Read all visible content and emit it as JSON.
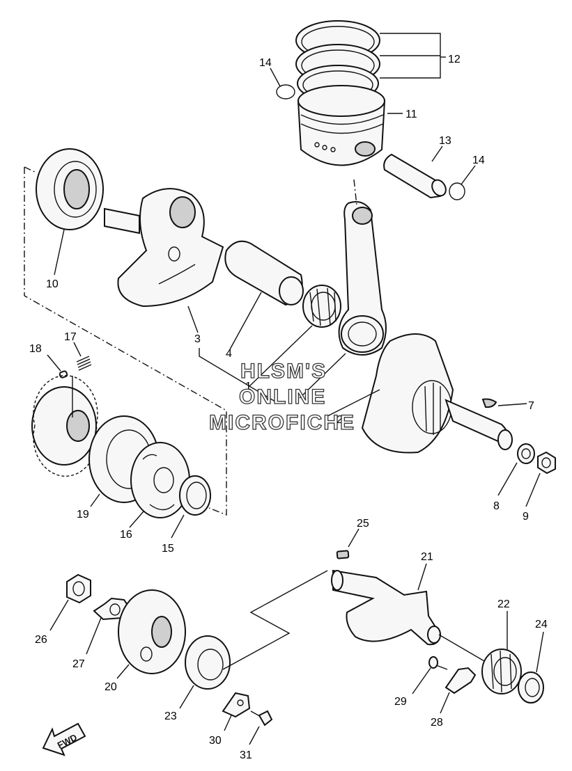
{
  "diagram": {
    "callouts": {
      "c1": "1",
      "c2": "2",
      "c3": "3",
      "c4": "4",
      "c7": "7",
      "c8": "8",
      "c9": "9",
      "c10": "10",
      "c11": "11",
      "c12": "12",
      "c13": "13",
      "c14a": "14",
      "c14b": "14",
      "c15": "15",
      "c16": "16",
      "c17": "17",
      "c18": "18",
      "c19": "19",
      "c20": "20",
      "c21": "21",
      "c22": "22",
      "c23": "23",
      "c24": "24",
      "c25": "25",
      "c26": "26",
      "c27": "27",
      "c28": "28",
      "c29": "29",
      "c30": "30",
      "c31": "31"
    },
    "watermark": {
      "line1": "HLSM'S",
      "line2": "ONLINE",
      "line3": "MICROFICHE"
    },
    "fwd_label": "FWD"
  }
}
